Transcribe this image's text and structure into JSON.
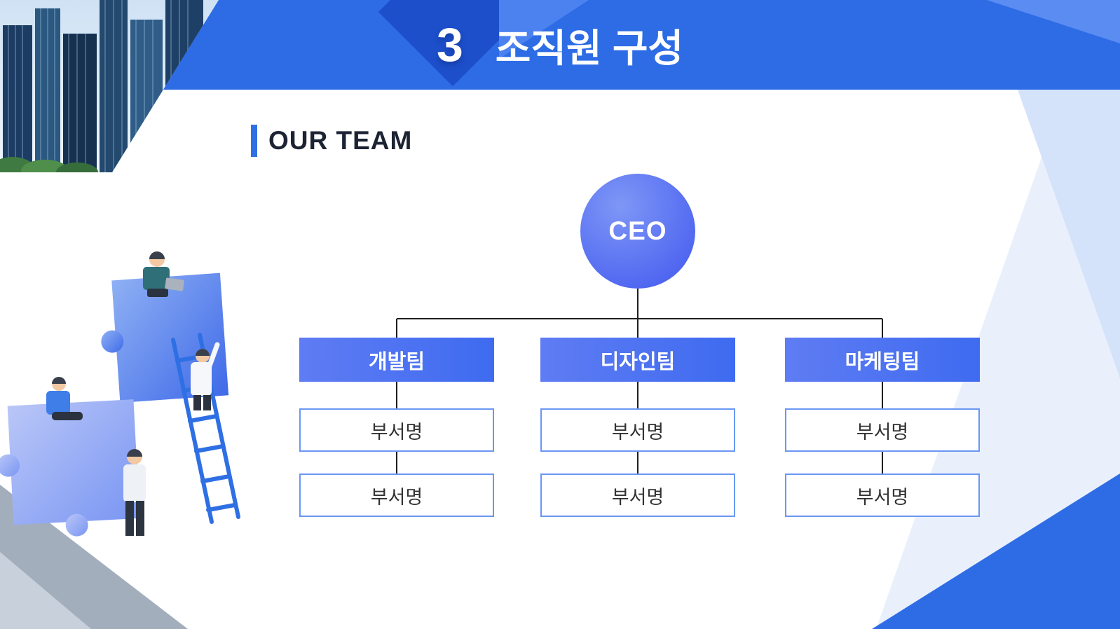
{
  "slide": {
    "section_number": "3",
    "title": "조직원 구성",
    "subtitle": "OUR TEAM"
  },
  "org_chart": {
    "root": {
      "label": "CEO"
    },
    "teams": [
      {
        "label": "개발팀",
        "departments": [
          "부서명",
          "부서명"
        ]
      },
      {
        "label": "디자인팀",
        "departments": [
          "부서명",
          "부서명"
        ]
      },
      {
        "label": "마케팅팀",
        "departments": [
          "부서명",
          "부서명"
        ]
      }
    ]
  },
  "theme": {
    "banner_blue": "#2d6ce5",
    "banner_diamond_blue": "#1d4fca",
    "accent_blue": "#2f6fe4",
    "heading_dark": "#1c2333",
    "node_gradient_start": "#7e97f6",
    "node_gradient_end": "#4157ef",
    "team_gradient_start": "#5f7cf3",
    "team_gradient_end": "#3e6bf0",
    "box_border_blue": "#6a97f4",
    "connector_dark": "#1f1f1f",
    "text_dark": "#333333"
  }
}
